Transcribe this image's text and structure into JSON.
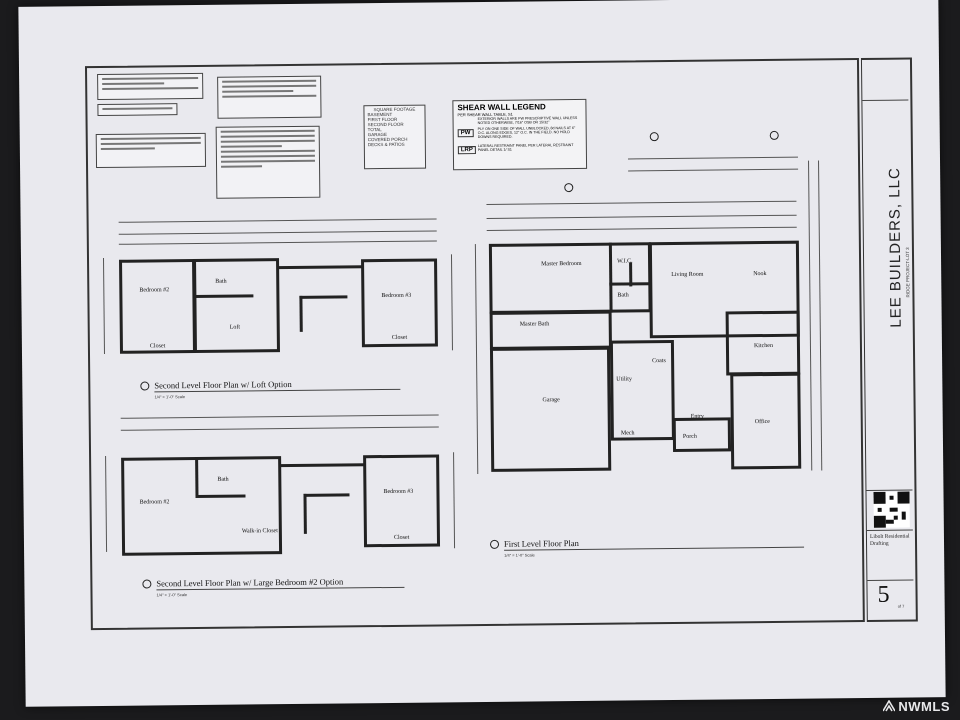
{
  "legend": {
    "title": "SHEAR WALL LEGEND",
    "subtitle": "PER SHEAR WALL TABLE, S1",
    "intro": "EXTERIOR WALLS ARE PW PRESCRIPTIVE WALL UNLESS NOTED OTHERWISE, 7/16\" OSB OR 15/32\"",
    "rows": [
      {
        "code": "PW",
        "text": "PLY ON ONE SIDE OF WALL UNBLOCKED, 8d NAILS AT 6\" O.C. ALONG EDGES, 12\" O.C. IN THE FIELD. NO HOLD DOWNS REQUIRED."
      },
      {
        "code": "LRP",
        "text": "LATERAL RESTRAINT PANEL PER LATERAL RESTRAINT PANEL DETAIL 1/ S1"
      }
    ]
  },
  "area_table": {
    "header": "SQUARE FOOTAGE",
    "rows": [
      "BASEMENT",
      "FIRST FLOOR",
      "SECOND FLOOR",
      "TOTAL",
      "GARAGE",
      "COVERED PORCH",
      "DECKS & PATIOS"
    ]
  },
  "plans": {
    "top_left": {
      "title": "Second Level Floor Plan w/ Loft Option",
      "scale": "1/4\" = 1'-0\" Scale",
      "rooms": [
        "Bedroom #2",
        "Bath",
        "Loft",
        "Closet",
        "Bedroom #3",
        "Closet"
      ]
    },
    "bottom_left": {
      "title": "Second Level Floor Plan w/ Large Bedroom #2 Option",
      "scale": "1/4\" = 1'-0\" Scale",
      "rooms": [
        "Bedroom #2",
        "Bath",
        "Walk-in Closet",
        "Bedroom #3",
        "Closet"
      ]
    },
    "first": {
      "title": "First Level Floor Plan",
      "scale": "1/4\" = 1'-0\" Scale",
      "rooms": [
        "Master Bedroom",
        "W.I.C.",
        "Bath",
        "Master Bath",
        "Living Room",
        "Nook",
        "Kitchen",
        "Garage",
        "Coats",
        "Utility",
        "Entry",
        "Mech",
        "Porch",
        "Office"
      ]
    }
  },
  "title_block": {
    "company": "LEE BUILDERS, LLC",
    "project": "RIDGE PROJECT-LOT 3",
    "drafter": "Libolt Residential Drafting",
    "sheet": "5",
    "sheet_of": "of 7"
  },
  "watermark": "NWMLS"
}
